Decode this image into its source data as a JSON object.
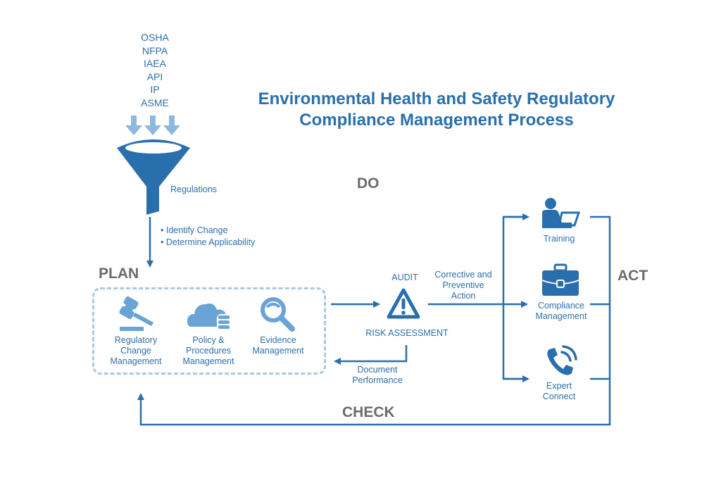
{
  "title": {
    "line1": "Environmental Health and Safety Regulatory",
    "line2": "Compliance Management Process"
  },
  "regulations_sources": [
    "OSHA",
    "NFPA",
    "IAEA",
    "API",
    "IP",
    "ASME"
  ],
  "funnel": {
    "label": "Regulations",
    "icon": "funnel-icon"
  },
  "identify_steps": [
    "• Identify Change",
    "• Determine Applicability"
  ],
  "phases": {
    "plan": "PLAN",
    "do": "DO",
    "check": "CHECK",
    "act": "ACT"
  },
  "plan_items": [
    {
      "icon": "gavel-icon",
      "label_lines": [
        "Regulatory",
        "Change",
        "Management"
      ]
    },
    {
      "icon": "cloud-database-icon",
      "label_lines": [
        "Policy &",
        "Procedures",
        "Management"
      ]
    },
    {
      "icon": "magnifier-icon",
      "label_lines": [
        "Evidence",
        "Management"
      ]
    }
  ],
  "audit": {
    "top_label": "AUDIT",
    "icon": "warning-triangle-icon",
    "bottom_label": "RISK ASSESSMENT",
    "corrective_lines": [
      "Corrective and",
      "Preventive",
      "Action"
    ],
    "document_lines": [
      "Document",
      "Performance"
    ]
  },
  "act_items": [
    {
      "icon": "person-laptop-icon",
      "label_lines": [
        "Training"
      ]
    },
    {
      "icon": "briefcase-icon",
      "label_lines": [
        "Compliance",
        "Management"
      ]
    },
    {
      "icon": "phone-icon",
      "label_lines": [
        "Expert",
        "Connect"
      ]
    }
  ],
  "colors": {
    "primary": "#2a6fad",
    "light": "#6aa3d5",
    "dash": "#a9c9e4",
    "phase": "#6b6b6b"
  }
}
